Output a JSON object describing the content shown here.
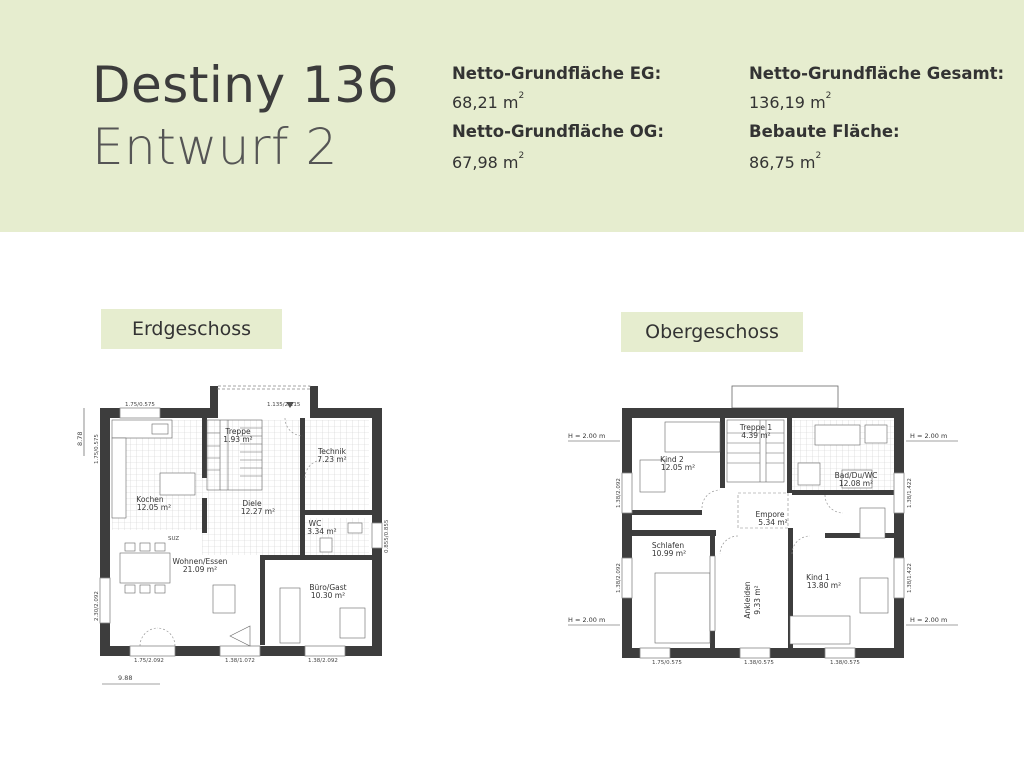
{
  "header": {
    "title_line1": "Destiny 136",
    "title_line2": "Entwurf 2",
    "stats": [
      {
        "label": "Netto-Grundfläche EG:",
        "value": "68,21 m",
        "sup": "2"
      },
      {
        "label": "Netto-Grundfläche OG:",
        "value": "67,98 m",
        "sup": "2"
      },
      {
        "label": "Netto-Grundfläche Gesamt:",
        "value": "136,19 m",
        "sup": "2"
      },
      {
        "label": "Bebaute Fläche:",
        "value": "86,75 m",
        "sup": "2"
      }
    ]
  },
  "floors": {
    "eg": {
      "label": "Erdgeschoss",
      "rooms": [
        {
          "name": "Treppe",
          "area": "1.93 m²"
        },
        {
          "name": "Technik",
          "area": "7.23 m²"
        },
        {
          "name": "Kochen",
          "area": "12.05 m²"
        },
        {
          "name": "Diele",
          "area": "12.27 m²"
        },
        {
          "name": "WC",
          "area": "3.34 m²"
        },
        {
          "name": "Wohnen/Essen",
          "area": "21.09 m²"
        },
        {
          "name": "Büro/Gast",
          "area": "10.30 m²"
        }
      ],
      "dims": {
        "win_top_left": "1.75/0.575",
        "door_top": "1.135/2.215",
        "left_top": "1.75/0.575",
        "height_878": "8.78",
        "left_bottom": "2.30/2.092",
        "right_mid": "0.855/0.855",
        "bottom_1": "1.75/2.092",
        "bottom_2": "1.38/1.072",
        "bottom_3": "1.38/2.092",
        "width_988": "9.88",
        "suz": "SUZ"
      }
    },
    "og": {
      "label": "Obergeschoss",
      "rooms": [
        {
          "name": "Kind 2",
          "area": "12.05 m²"
        },
        {
          "name": "Treppe 1",
          "area": "4.39 m²"
        },
        {
          "name": "Bad/Du/WC",
          "area": "12.08 m²"
        },
        {
          "name": "Empore",
          "area": "5.34 m²"
        },
        {
          "name": "Schlafen",
          "area": "10.99 m²"
        },
        {
          "name": "Kind 1",
          "area": "13.80 m²"
        },
        {
          "name": "Ankleiden",
          "area": "9.33 m²"
        }
      ],
      "dims": {
        "h_left_top": "H = 2.00 m",
        "h_right_top": "H = 2.00 m",
        "h_left_bottom": "H = 2.00 m",
        "h_right_bottom": "H = 2.00 m",
        "left_1": "1.38/2.092",
        "left_2": "1.38/2.092",
        "right_1": "1.38/1.422",
        "right_2": "1.38/1.422",
        "bottom_1": "1.75/0.575",
        "bottom_2": "1.38/0.575",
        "bottom_3": "1.38/0.575"
      }
    }
  },
  "colors": {
    "header_bg": "#e6edcf",
    "wall": "#3d3d3d"
  }
}
